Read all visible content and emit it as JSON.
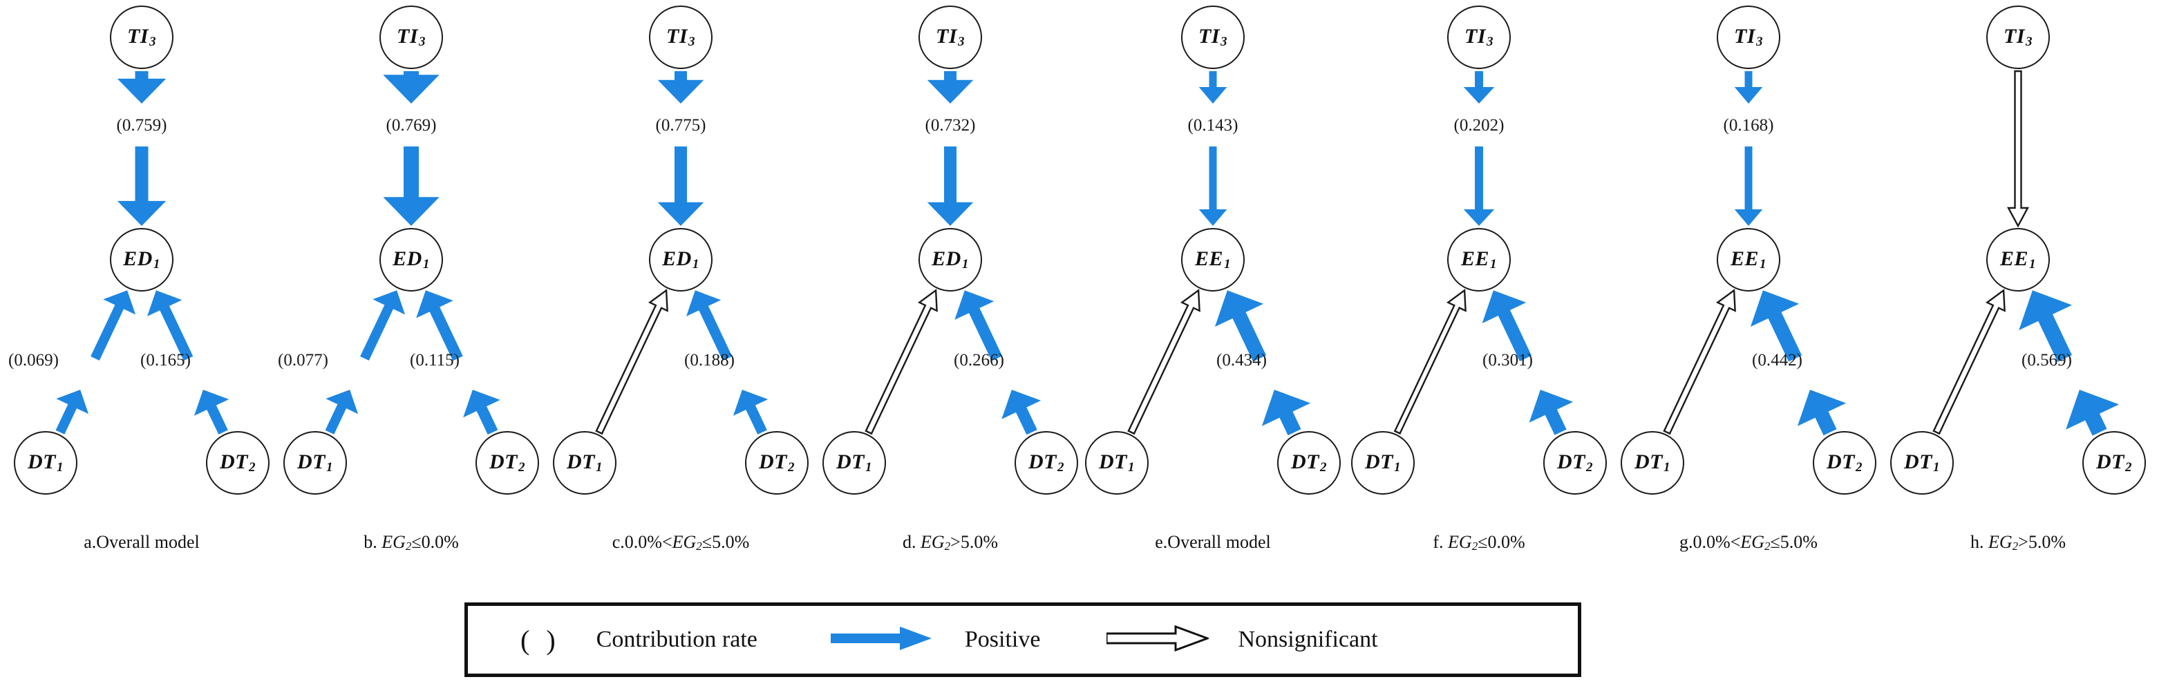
{
  "figure": {
    "node_labels": {
      "top": "TI",
      "top_sub": "3",
      "mid_ed": "ED",
      "mid_ed_sub": "1",
      "mid_ee": "EE",
      "mid_ee_sub": "1",
      "bottom_left": "DT",
      "bottom_left_sub": "1",
      "bottom_right": "DT",
      "bottom_right_sub": "2"
    },
    "accent_color": "#1E86E0",
    "line_color": "#1a1a1a"
  },
  "panels": [
    {
      "id": "a",
      "caption": "a.Overall model",
      "mid": "ED",
      "mid_sub": "1",
      "vert": {
        "value": "(0.759)",
        "type": "positive",
        "weight": 19
      },
      "left": {
        "value": "(0.069)",
        "type": "positive",
        "weight": 14
      },
      "right": {
        "value": "(0.165)",
        "type": "positive",
        "weight": 15
      }
    },
    {
      "id": "b",
      "caption": "b. EG2≤0.0%",
      "caption_prefix": "b. ",
      "caption_var": "EG",
      "caption_var_sub": "2",
      "caption_suffix": "≤0.0%",
      "mid": "ED",
      "mid_sub": "1",
      "vert": {
        "value": "(0.769)",
        "type": "positive",
        "weight": 22
      },
      "left": {
        "value": "(0.077)",
        "type": "positive",
        "weight": 14
      },
      "right": {
        "value": "(0.115)",
        "type": "positive",
        "weight": 16
      }
    },
    {
      "id": "c",
      "caption": "c.0.0%<EG2≤5.0%",
      "caption_prefix": "c.0.0%<",
      "caption_var": "EG",
      "caption_var_sub": "2",
      "caption_suffix": "≤5.0%",
      "mid": "ED",
      "mid_sub": "1",
      "vert": {
        "value": "(0.775)",
        "type": "positive",
        "weight": 18
      },
      "left": {
        "value": "",
        "type": "nonsignificant",
        "weight": 9
      },
      "right": {
        "value": "(0.188)",
        "type": "positive",
        "weight": 15
      }
    },
    {
      "id": "d",
      "caption": "d. EG2>5.0%",
      "caption_prefix": "d. ",
      "caption_var": "EG",
      "caption_var_sub": "2",
      "caption_suffix": ">5.0%",
      "mid": "ED",
      "mid_sub": "1",
      "vert": {
        "value": "(0.732)",
        "type": "positive",
        "weight": 18
      },
      "left": {
        "value": "",
        "type": "nonsignificant",
        "weight": 9
      },
      "right": {
        "value": "(0.266)",
        "type": "positive",
        "weight": 17
      }
    },
    {
      "id": "e",
      "caption": "e.Overall model",
      "mid": "EE",
      "mid_sub": "1",
      "vert": {
        "value": "(0.143)",
        "type": "positive",
        "weight": 11
      },
      "left": {
        "value": "",
        "type": "nonsignificant",
        "weight": 9
      },
      "right": {
        "value": "(0.434)",
        "type": "positive",
        "weight": 21
      }
    },
    {
      "id": "f",
      "caption": "f. EG2≤0.0%",
      "caption_prefix": "f. ",
      "caption_var": "EG",
      "caption_var_sub": "2",
      "caption_suffix": "≤0.0%",
      "mid": "EE",
      "mid_sub": "1",
      "vert": {
        "value": "(0.202)",
        "type": "positive",
        "weight": 12
      },
      "left": {
        "value": "",
        "type": "nonsignificant",
        "weight": 8
      },
      "right": {
        "value": "(0.301)",
        "type": "positive",
        "weight": 19
      }
    },
    {
      "id": "g",
      "caption": "g.0.0%<EG2≤5.0%",
      "caption_prefix": "g.0.0%<",
      "caption_var": "EG",
      "caption_var_sub": "2",
      "caption_suffix": "≤5.0%",
      "mid": "EE",
      "mid_sub": "1",
      "vert": {
        "value": "(0.168)",
        "type": "positive",
        "weight": 11
      },
      "left": {
        "value": "",
        "type": "nonsignificant",
        "weight": 9
      },
      "right": {
        "value": "(0.442)",
        "type": "positive",
        "weight": 21
      }
    },
    {
      "id": "h",
      "caption": "h. EG2>5.0%",
      "caption_prefix": "h. ",
      "caption_var": "EG",
      "caption_var_sub": "2",
      "caption_suffix": ">5.0%",
      "mid": "EE",
      "mid_sub": "1",
      "vert": {
        "value": "",
        "type": "nonsignificant",
        "weight": 9
      },
      "left": {
        "value": "",
        "type": "nonsignificant",
        "weight": 9
      },
      "right": {
        "value": "(0.569)",
        "type": "positive",
        "weight": 23
      }
    }
  ],
  "legend": {
    "paren_symbol": "(  )",
    "items": [
      {
        "key": "contribution-rate",
        "label": "Contribution rate",
        "glyph": "paren"
      },
      {
        "key": "positive",
        "label": "Positive",
        "glyph": "solid-arrow"
      },
      {
        "key": "nonsignificant",
        "label": "Nonsignificant",
        "glyph": "hollow-arrow"
      }
    ]
  }
}
